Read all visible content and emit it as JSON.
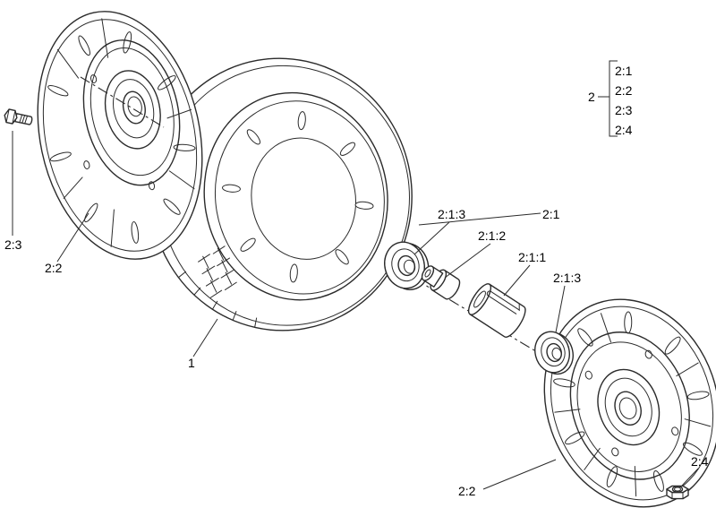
{
  "diagram": {
    "style": {
      "line_color": "#2b2b2b",
      "background": "#ffffff"
    },
    "callouts": {
      "tire": "1",
      "hub_left": "2:2",
      "hub_right": "2:2",
      "bolt": "2:3",
      "nut": "2:4",
      "bearing_group": "2:1",
      "bearing_left": "2:1:3",
      "spacer": "2:1:2",
      "sleeve": "2:1:1",
      "bearing_right": "2:1:3"
    },
    "legend": {
      "assembly": "2",
      "items": [
        "2:1",
        "2:2",
        "2:3",
        "2:4"
      ]
    }
  }
}
